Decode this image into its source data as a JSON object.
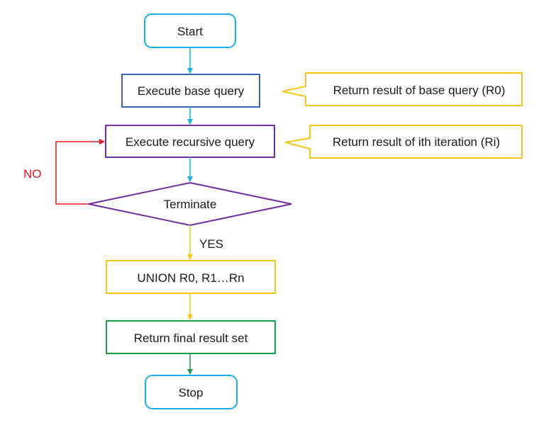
{
  "colors": {
    "start_stop": "#1ab0ea",
    "base_query": "#3c64b4",
    "recursive": "#7030a0",
    "callout": "#f5c518",
    "union": "#f5c518",
    "final": "#1ea04a",
    "no_branch": "#e8141e",
    "arrow_blue": "#1ab0ea",
    "arrow_yellow": "#f5c518",
    "arrow_green": "#1ea04a",
    "text": "#1a1a1a"
  },
  "nodes": {
    "start": "Start",
    "base_query": "Execute base query",
    "recursive_query": "Execute recursive query",
    "terminate": "Terminate",
    "union": "UNION R0, R1…Rn",
    "final_result": "Return final result set",
    "stop": "Stop"
  },
  "callouts": {
    "base_result": "Return result of base query (R0)",
    "iteration_result": "Return result of ith iteration (Ri)"
  },
  "edge_labels": {
    "no": "NO",
    "yes": "YES"
  }
}
